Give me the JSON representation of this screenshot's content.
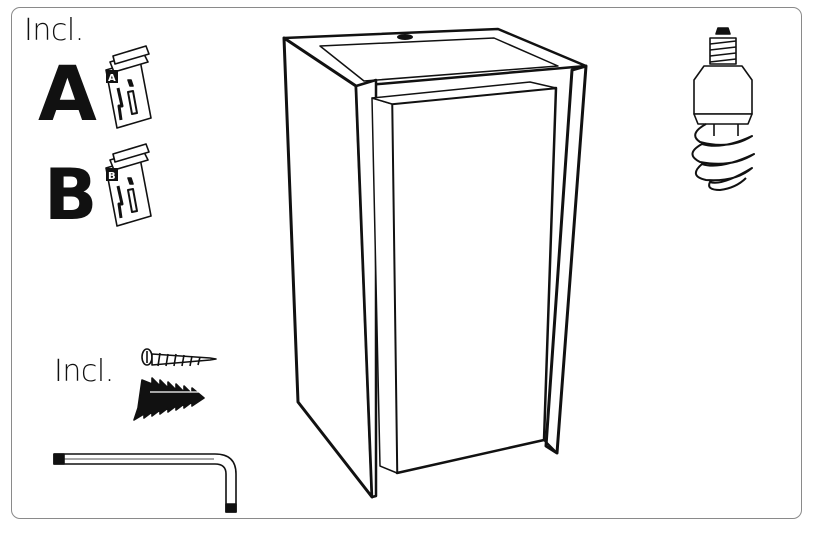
{
  "labels": {
    "included_top": "Incl.",
    "included_middle": "Incl.",
    "manual_a_letter": "A",
    "manual_b_letter": "B",
    "booklet_a_tag": "A",
    "booklet_b_tag": "B"
  },
  "colors": {
    "line": "#111111",
    "frame": "#8a8a8a",
    "background": "#ffffff"
  }
}
